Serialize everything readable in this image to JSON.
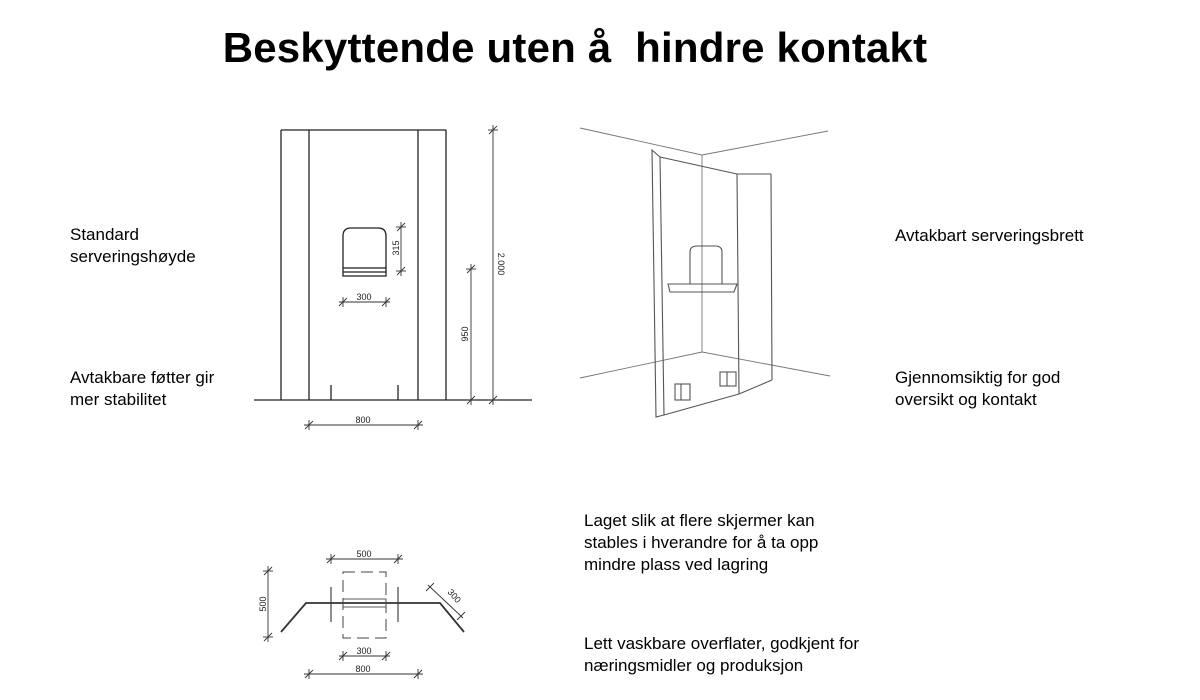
{
  "title": "Beskyttende uten å  hindre kontakt",
  "notes": {
    "standard_height": "Standard\nserveringshøyde",
    "feet": "Avtakbare føtter gir\nmer stabilitet",
    "tray": "Avtakbart serveringsbrett",
    "transparent": "Gjennomsiktig for god\noversikt og kontakt",
    "stackable": "Laget slik at flere skjermer kan\nstables i hverandre for å ta opp\nmindre plass ved lagring",
    "washable": "Lett vaskbare overflater, godkjent for\nnæringsmidler og produksjon"
  },
  "dimensions": {
    "front": {
      "total_height": "2.000",
      "counter_height": "950",
      "window_height": "315",
      "window_width": "300",
      "base_width": "800"
    },
    "plan": {
      "depth": "500",
      "top_width": "500",
      "wing": "300",
      "inner_width": "300",
      "total_width": "800"
    }
  }
}
